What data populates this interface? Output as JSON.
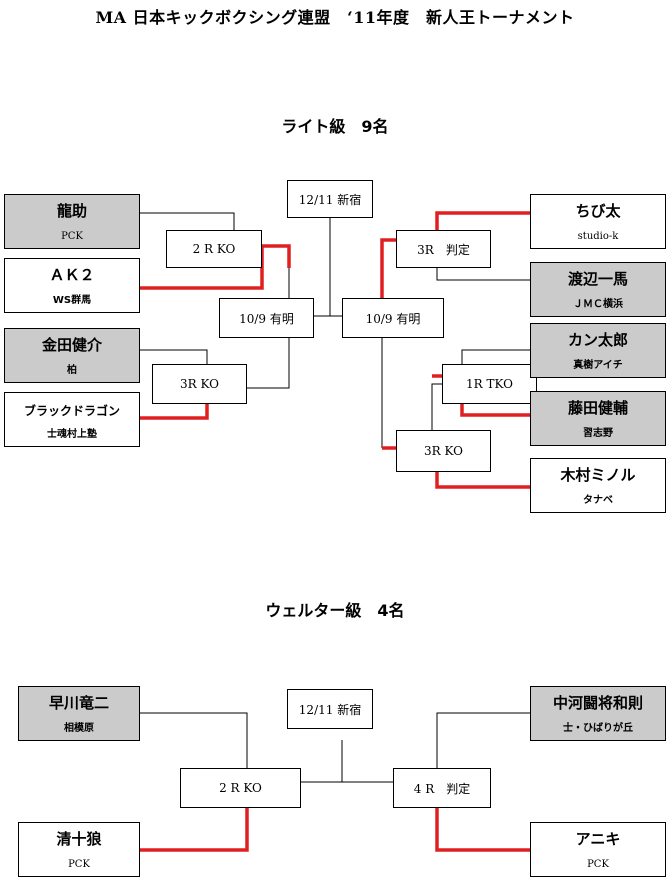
{
  "page_title": "MA 日本キックボクシング連盟　‘11年度　新人王トーナメント",
  "light": {
    "title": "ライト級　9名",
    "final_venue": "12/11 新宿",
    "semifinal_left_venue": "10/9 有明",
    "semifinal_right_venue": "10/9 有明",
    "fighters": [
      {
        "name": "龍助",
        "gym": "PCK"
      },
      {
        "name": "ＡＫ２",
        "gym": "WS群馬"
      },
      {
        "name": "金田健介",
        "gym": "柏"
      },
      {
        "name": "ブラックドラゴン",
        "gym": "士魂村上塾"
      },
      {
        "name": "ちび太",
        "gym": "studio-k"
      },
      {
        "name": "渡辺一馬",
        "gym": "ＪＭＣ横浜"
      },
      {
        "name": "カン太郎",
        "gym": "真樹アイチ"
      },
      {
        "name": "藤田健輔",
        "gym": "習志野"
      },
      {
        "name": "木村ミノル",
        "gym": "タナベ"
      }
    ],
    "results": {
      "left_top": "2 R KO",
      "left_bottom": "3R KO",
      "right_top": "3R　判定",
      "right_inner": "1R TKO",
      "right_bottom": "3R KO"
    }
  },
  "welter": {
    "title": "ウェルター級　4名",
    "final_venue": "12/11 新宿",
    "fighters": [
      {
        "name": "早川竜二",
        "gym": "相模原"
      },
      {
        "name": "清十狼",
        "gym": "PCK"
      },
      {
        "name": "中河闘将和則",
        "gym": "士・ひばりが丘"
      },
      {
        "name": "アニキ",
        "gym": "PCK"
      }
    ],
    "results": {
      "left": "2 R KO",
      "right": "4 R　判定"
    }
  },
  "colors": {
    "winner_line": "#e02020",
    "bracket_line": "#000000",
    "seed_box": "#cbcbcb"
  }
}
